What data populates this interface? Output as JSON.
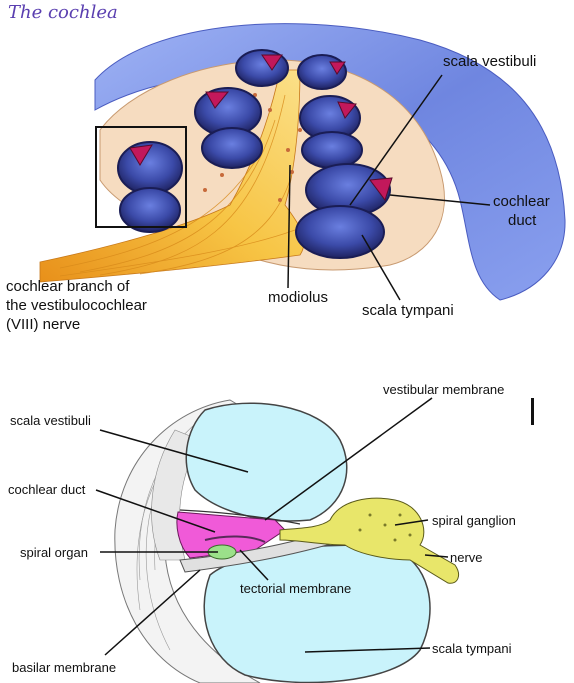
{
  "title": "The cochlea",
  "top_labels": {
    "scala_vestibuli": "scala vestibuli",
    "cochlear_duct_1": "cochlear",
    "cochlear_duct_2": "duct",
    "nerve_1": "cochlear branch of",
    "nerve_2": "the vestibulocochlear",
    "nerve_3": "(VIII) nerve",
    "modiolus": "modiolus",
    "scala_tympani": "scala tympani"
  },
  "bottom_labels": {
    "vestibular_membrane": "vestibular membrane",
    "scala_vestibuli": "scala vestibuli",
    "cochlear_duct": "cochlear duct",
    "spiral_ganglion": "spiral ganglion",
    "spiral_organ": "spiral organ",
    "nerve": "nerve",
    "tectorial_membrane": "tectorial membrane",
    "basilar_membrane": "basilar membrane",
    "scala_tympani": "scala tympani"
  },
  "colors": {
    "title": "#5a3fb0",
    "shell_blue": "#6f86e0",
    "tube_dark": "#2b2f7a",
    "tube_mid": "#4b5fc4",
    "duct_red": "#c2185b",
    "bone": "#f6dcc0",
    "nerve_yellow": "#f5b82e",
    "fluid_cyan": "#c9f3fb",
    "duct_magenta": "#f05ad8",
    "ganglion_yellow": "#e8e66a"
  }
}
